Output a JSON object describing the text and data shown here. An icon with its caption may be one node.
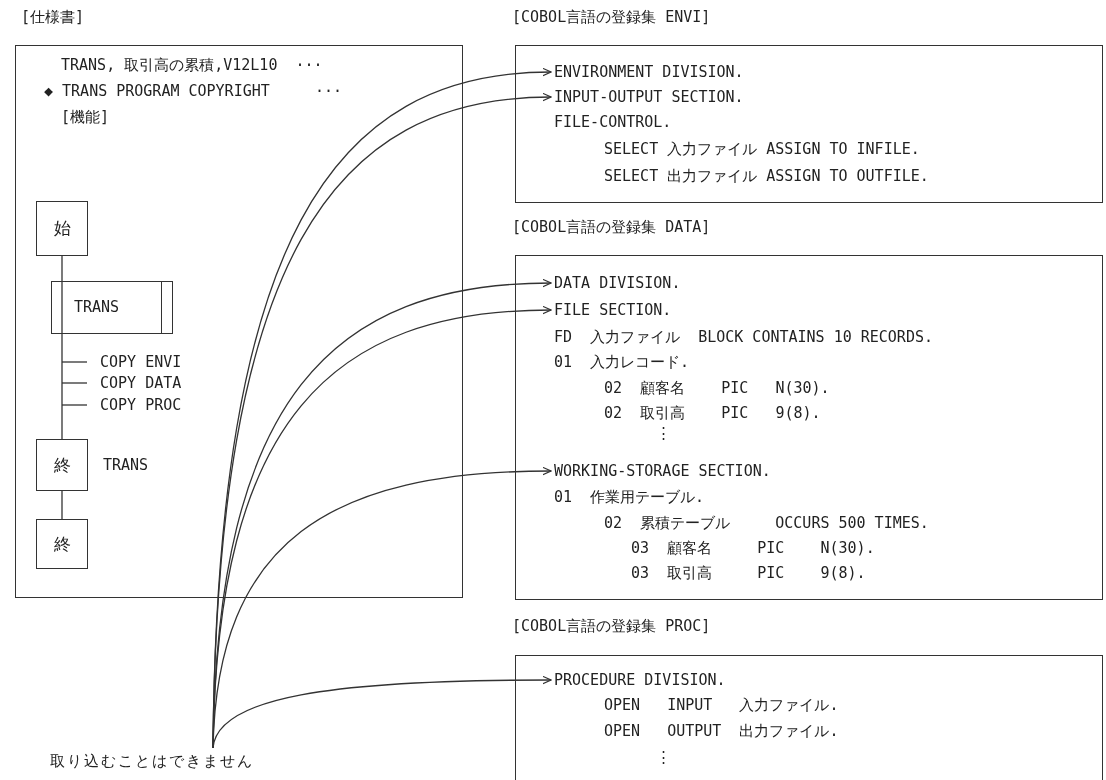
{
  "diagram": {
    "nodes": [
      {
        "text": [
          "[仕様書]",
          "TRANS, 取引高の累積,V12L10  ···",
          "◆ TRANS PROGRAM COPYRIGHT     ···",
          "[機能]"
        ]
      },
      {
        "text": [
          "始"
        ],
        "in": 0
      },
      {
        "text": [
          "TRANS"
        ],
        "in": 0
      },
      {
        "text": [
          "終"
        ],
        "in": 0,
        "beside": [
          "TRANS"
        ]
      },
      {
        "text": [
          "終"
        ],
        "in": 0
      },
      {
        "text": [
          "[COBOL言語の登録集 ENVI]",
          "FILE-CONTROL.",
          "SELECT 入力ファイル ASSIGN TO INFILE.",
          "SELECT 出力ファイル ASSIGN TO OUTFILE."
        ]
      },
      {
        "text": [
          "ENVIRONMENT DIVISION."
        ],
        "in": 5
      },
      {
        "text": [
          "INPUT-OUTPUT SECTION."
        ],
        "in": 5
      },
      {
        "text": [
          "[COBOL言語の登録集 DATA]",
          "FD  入力ファイル  BLOCK CONTAINS 10 RECORDS.",
          "01  入力レコード.",
          "02  顧客名    PIC   N(30).",
          "02  取引高    PIC   9(8).",
          "⋮",
          "01  作業用テーブル.",
          "02  累積テーブル     OCCURS 500 TIMES.",
          "03  顧客名     PIC    N(30).",
          "03  取引高     PIC    9(8)."
        ]
      },
      {
        "text": [
          "DATA DIVISION."
        ],
        "in": 8
      },
      {
        "text": [
          "FILE SECTION."
        ],
        "in": 8
      },
      {
        "text": [
          "WORKING-STORAGE SECTION."
        ],
        "in": 8
      },
      {
        "text": [
          "[COBOL言語の登録集 PROC]",
          "OPEN   INPUT   入力ファイル.",
          "OPEN   OUTPUT  出力ファイル.",
          "⋮"
        ]
      },
      {
        "text": [
          "PROCEDURE DIVISION."
        ],
        "in": 12
      },
      {
        "text": [
          "取り込むことはできません"
        ]
      }
    ],
    "edges": [
      {
        "from": 1,
        "to": 2,
        "arrow": "none"
      },
      {
        "from": 2,
        "to": 3,
        "arrow": "none"
      },
      {
        "from": 3,
        "to": 4,
        "arrow": "none"
      },
      {
        "from": 14,
        "to": 6,
        "arrow": "to"
      },
      {
        "from": 14,
        "to": 7,
        "arrow": "to"
      },
      {
        "from": 14,
        "to": 9,
        "arrow": "to"
      },
      {
        "from": 14,
        "to": 10,
        "arrow": "to"
      },
      {
        "from": 14,
        "to": 11,
        "arrow": "to"
      },
      {
        "from": 14,
        "to": 13,
        "arrow": "to"
      }
    ],
    "labels": [
      "COPY ENVI",
      "COPY DATA",
      "COPY PROC"
    ]
  }
}
